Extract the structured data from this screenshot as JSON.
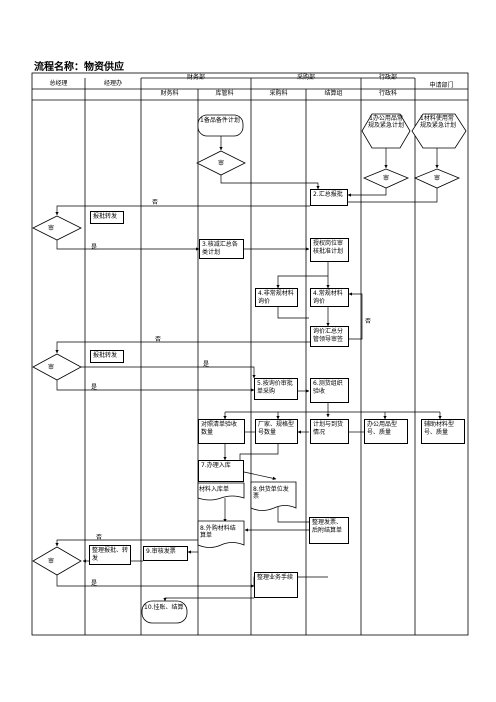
{
  "title": "流程名称：物资供应",
  "headers": {
    "general_manager": "总经理",
    "manager_office": "经理办",
    "finance_dept": "财务部",
    "finance_section": "财务科",
    "warehouse_section": "库管科",
    "purchase_dept": "采购部",
    "purchase_section": "采购科",
    "settlement_group": "结算组",
    "admin_dept": "行政部",
    "admin_section": "行政科",
    "applicant_dept": "申请部门"
  },
  "nodes": {
    "n1_warehouse": "1备品备件计划",
    "n1_admin": "1办公用品常规及紧急计划",
    "n1_applicant": "1材料使用常规及紧急计划",
    "n2": "2.汇总报批",
    "n3": "3.核减汇总各类计划",
    "authorize": "授权岗位审核批准计划",
    "n4_nonroutine": "4.非常规材料询价",
    "n4_routine": "4.常规材料询价",
    "summary": "询价汇总分管领导审签",
    "n5": "5.按询价审批单采购",
    "n6": "6.测货组织验收",
    "finance_inspect": "对照清单验收数量",
    "warehouse_inspect": "厂家、规格型号数量",
    "plan_vs_receipt": "计划与到货情况",
    "office_inspect": "办公用品型号、质量",
    "aux_inspect": "辅助材料型号、质量",
    "n7": "7.办理入库",
    "doc_inbound": "材料入库单",
    "doc_supplier": "8.供货单位发票",
    "doc_external": "8.外购材料结算单",
    "organize_invoice": "整理发票、后附结算单",
    "n9": "9.审核发票",
    "finance_process": "整理业务手续",
    "n10": "10.挂账、结算",
    "gm_review_1": "报批转发",
    "gm_review_2": "报批转发",
    "gm_review_3": "整理报批、转发"
  },
  "decisions": {
    "approve": "审"
  },
  "edge_labels": {
    "no": "否",
    "yes": "是"
  }
}
